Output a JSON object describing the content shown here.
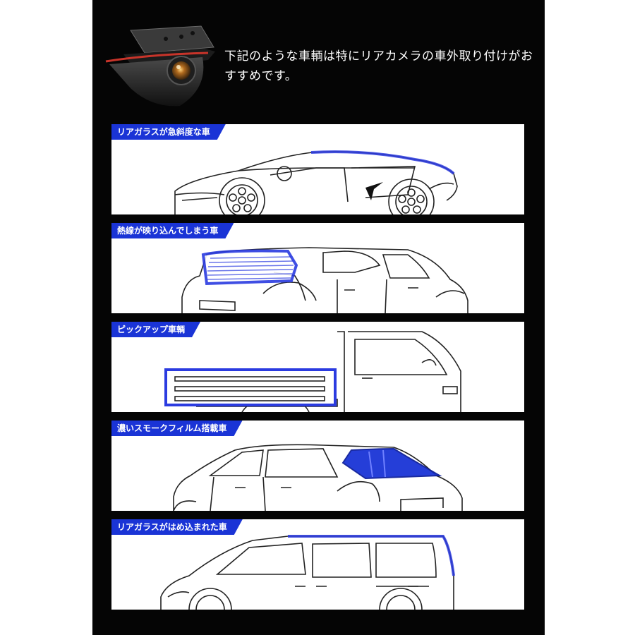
{
  "intro": {
    "text": "下記のような車輌は特にリアカメラの車外取り付けがおすすめです。",
    "camera_icon": "rear-camera-icon"
  },
  "sections": [
    {
      "label": "リアガラスが急斜度な車",
      "icon": "sports-car-icon"
    },
    {
      "label": "熱線が映り込んでしまう車",
      "icon": "hatchback-rear-defroster-icon"
    },
    {
      "label": "ピックアップ車輌",
      "icon": "pickup-truck-icon"
    },
    {
      "label": "濃いスモークフィルム搭載車",
      "icon": "hatchback-tinted-window-icon"
    },
    {
      "label": "リアガラスがはめ込まれた車",
      "icon": "minivan-icon"
    }
  ],
  "colors": {
    "background": "#050505",
    "accent": "#1a34d6",
    "highlight": "#2b3be0",
    "line": "#222222"
  }
}
